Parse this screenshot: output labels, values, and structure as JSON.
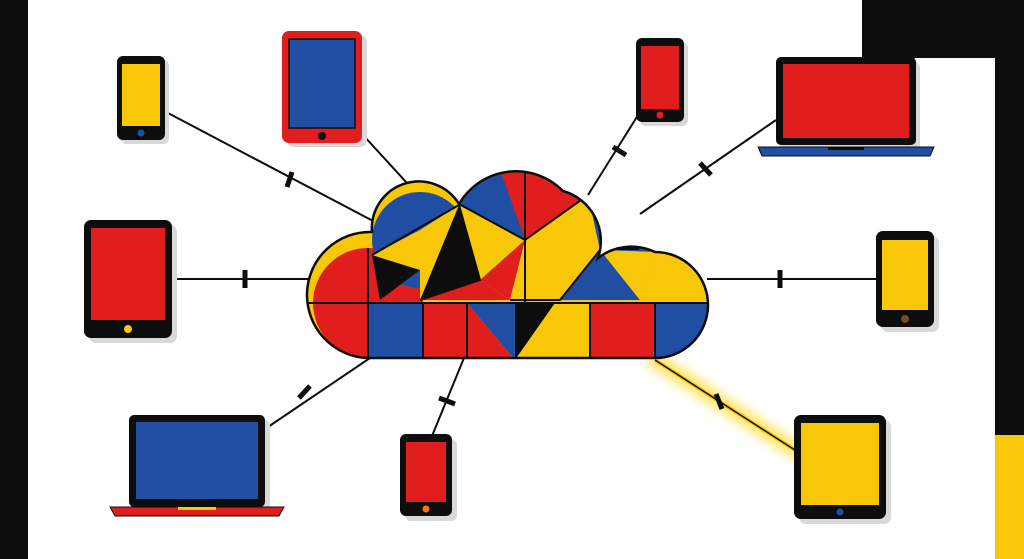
{
  "diagram": {
    "kind": "cloud-network",
    "hub": "cloud",
    "devices": [
      {
        "id": "phone-top-left",
        "type": "phone",
        "screen": "yellow",
        "button": "blue"
      },
      {
        "id": "tablet-top",
        "type": "tablet",
        "screen": "blue",
        "frame": "red",
        "button": "black"
      },
      {
        "id": "phone-top-right",
        "type": "phone",
        "screen": "red",
        "button": "red"
      },
      {
        "id": "laptop-top-right",
        "type": "laptop",
        "screen": "red",
        "base": "blue"
      },
      {
        "id": "tablet-left",
        "type": "tablet",
        "screen": "red",
        "button": "yellow"
      },
      {
        "id": "phone-right",
        "type": "phone",
        "screen": "yellow",
        "button": "brown"
      },
      {
        "id": "laptop-bottom-left",
        "type": "laptop",
        "screen": "blue",
        "base": "red"
      },
      {
        "id": "phone-bottom",
        "type": "phone",
        "screen": "red",
        "button": "orange"
      },
      {
        "id": "tablet-bottom-right",
        "type": "tablet",
        "screen": "yellow",
        "button": "blue",
        "link_highlighted": true
      }
    ]
  },
  "colors": {
    "red": "#e01e1e",
    "blue": "#1f4ea3",
    "yellow": "#f7c708",
    "black": "#0d0d0d",
    "white": "#ffffff",
    "shadow": "#d9d9d9",
    "glow": "#ffe66b"
  }
}
